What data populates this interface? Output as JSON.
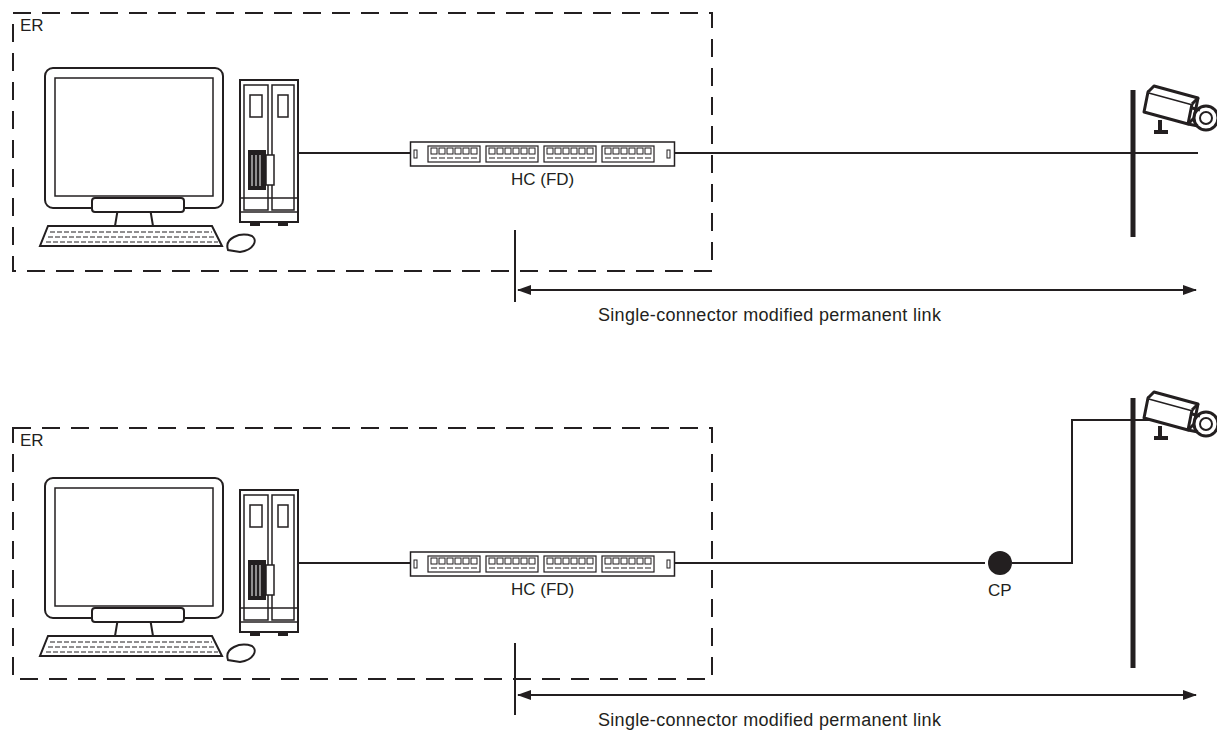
{
  "diagram": {
    "nodes": [
      {
        "text": [
          "ER"
        ]
      },
      {
        "text": [
          "HC (FD)"
        ],
        "in": 0
      },
      {
        "text": [
          "ER"
        ]
      },
      {
        "text": [
          "HC (FD)"
        ],
        "in": 2
      },
      {
        "text": [
          "CP"
        ]
      }
    ],
    "edges": [
      {
        "from": 3,
        "to": 4,
        "arrow": "none"
      }
    ],
    "labels": [
      "Single-connector modified permanent link",
      "Single-connector modified permanent link"
    ]
  }
}
